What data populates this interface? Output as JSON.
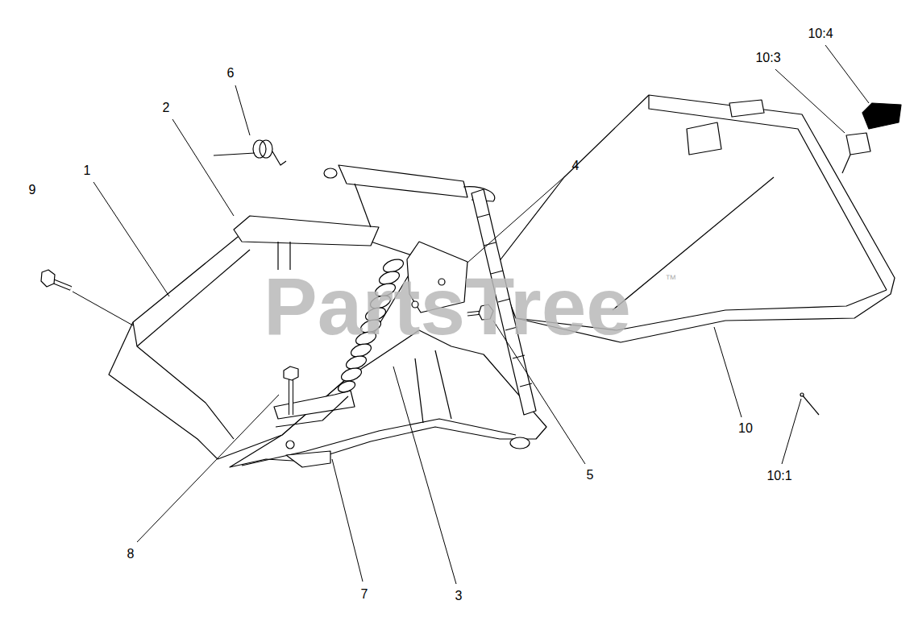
{
  "diagram": {
    "labels": [
      "10:4",
      "10:3",
      "6",
      "2",
      "1",
      "9",
      "4",
      "10",
      "8",
      "7",
      "3",
      "5",
      "10:1",
      "PartsTree",
      "™"
    ]
  }
}
